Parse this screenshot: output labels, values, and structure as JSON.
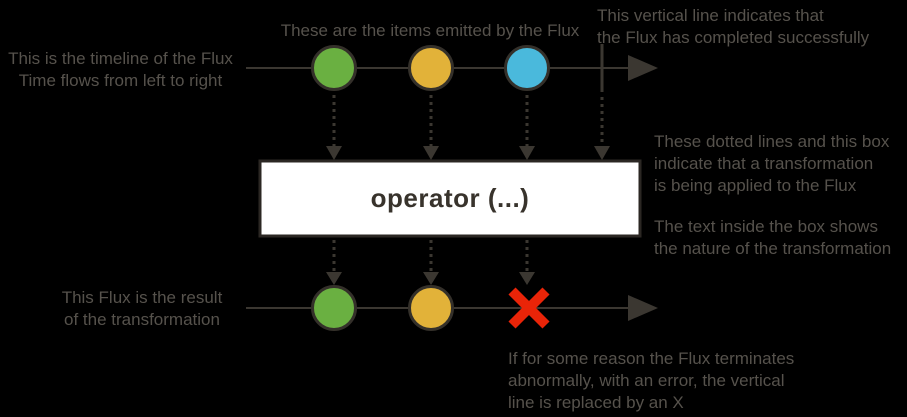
{
  "diagram": {
    "title_semantic": "Flux marble diagram explanation",
    "colors": {
      "background": "#000000",
      "annotation_text": "#56524c",
      "line": "#3b3731",
      "marble_stroke": "#34302a",
      "box_fill": "#ffffff",
      "box_stroke": "#2b2723",
      "error_red": "#ea2408"
    },
    "source": {
      "timeline_note": "This is the timeline of the Flux\nTime flows from left to right",
      "items_note": "These are the items emitted by the Flux",
      "complete_note": "This vertical line indicates that\nthe Flux has completed successfully",
      "marbles": [
        {
          "name": "green-marble",
          "color": "#6ab041"
        },
        {
          "name": "yellow-marble",
          "color": "#e2b239"
        },
        {
          "name": "blue-marble",
          "color": "#4ab9dc"
        }
      ]
    },
    "operator": {
      "label": "operator (...)"
    },
    "notes": {
      "transformation": "These dotted lines and this box\nindicate that a transformation\nis being applied to the Flux",
      "box_text": "The text inside the box shows\nthe nature of the transformation"
    },
    "result": {
      "note": "This Flux is the result\nof the transformation",
      "error_note": "If for some reason the Flux terminates\nabnormally, with an error, the vertical\nline is replaced by an X",
      "marbles": [
        {
          "name": "green-marble",
          "color": "#6ab041"
        },
        {
          "name": "yellow-marble",
          "color": "#e2b239"
        }
      ]
    }
  }
}
